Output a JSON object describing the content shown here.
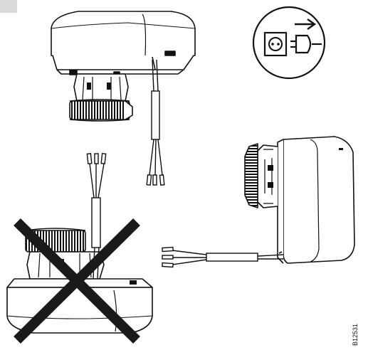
{
  "diagram": {
    "reference_code": "B12531",
    "views": [
      {
        "name": "actuator-mounted-upright",
        "status": "allowed"
      },
      {
        "name": "actuator-mounted-horizontal",
        "status": "allowed"
      },
      {
        "name": "actuator-mounted-inverted",
        "status": "prohibited"
      }
    ],
    "safety_symbol": "disconnect-mains-before-installation",
    "colors": {
      "line": "#111111",
      "background": "#ffffff",
      "corner_tab": "#d9d9d9"
    }
  }
}
